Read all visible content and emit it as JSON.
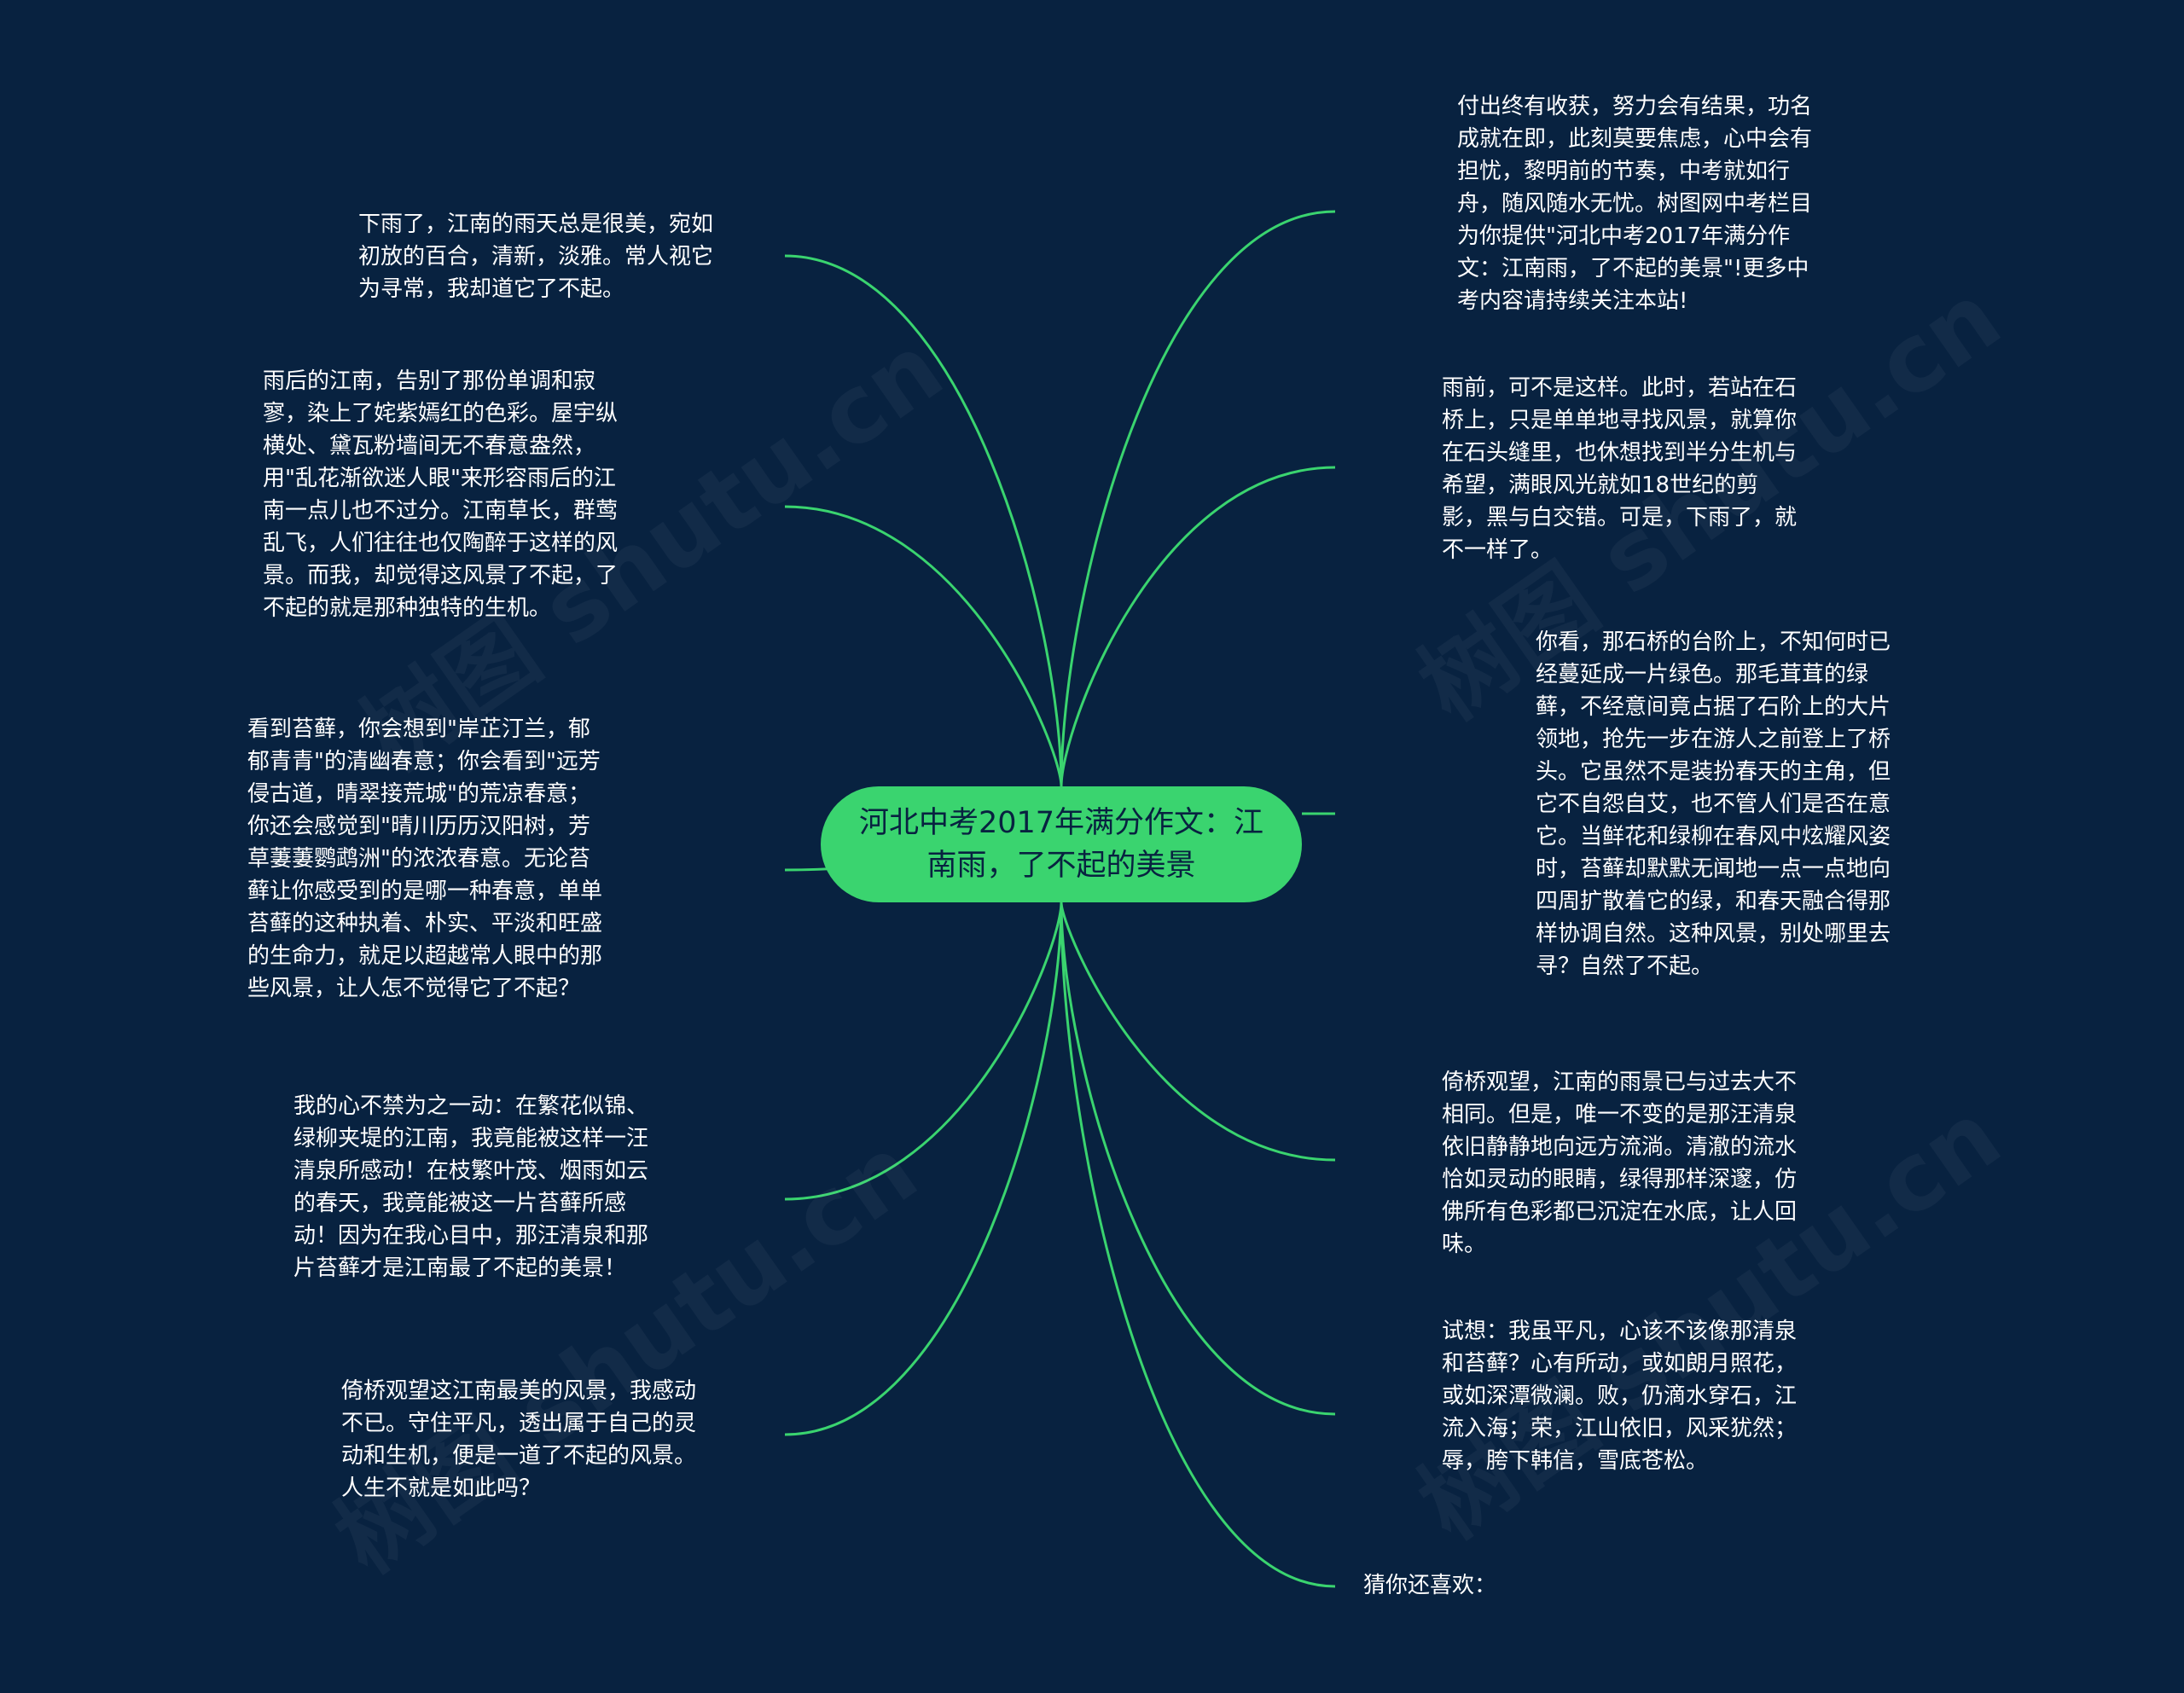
{
  "center": {
    "title": "河北中考2017年满分作文：江南雨，了不起的美景"
  },
  "left_nodes": [
    {
      "text": "下雨了，江南的雨天总是很美，宛如初放的百合，清新，淡雅。常人视它为寻常，我却道它了不起。"
    },
    {
      "text": "雨后的江南，告别了那份单调和寂寥，染上了姹紫嫣红的色彩。屋宇纵横处、黛瓦粉墙间无不春意盎然，用\"乱花渐欲迷人眼\"来形容雨后的江南一点儿也不过分。江南草长，群莺乱飞，人们往往也仅陶醉于这样的风景。而我，却觉得这风景了不起，了不起的就是那种独特的生机。"
    },
    {
      "text": "看到苔藓，你会想到\"岸芷汀兰，郁郁青青\"的清幽春意；你会看到\"远芳侵古道，晴翠接荒城\"的荒凉春意；你还会感觉到\"晴川历历汉阳树，芳草萋萋鹦鹉洲\"的浓浓春意。无论苔藓让你感受到的是哪一种春意，单单苔藓的这种执着、朴实、平淡和旺盛的生命力，就足以超越常人眼中的那些风景，让人怎不觉得它了不起？"
    },
    {
      "text": "我的心不禁为之一动：在繁花似锦、绿柳夹堤的江南，我竟能被这样一汪清泉所感动！在枝繁叶茂、烟雨如云的春天，我竟能被这一片苔藓所感动！因为在我心目中，那汪清泉和那片苔藓才是江南最了不起的美景！"
    },
    {
      "text": "倚桥观望这江南最美的风景，我感动不已。守住平凡，透出属于自己的灵动和生机，便是一道了不起的风景。人生不就是如此吗？"
    }
  ],
  "right_nodes": [
    {
      "text": "付出终有收获，努力会有结果，功名成就在即，此刻莫要焦虑，心中会有担忧，黎明前的节奏，中考就如行舟，随风随水无忧。树图网中考栏目为你提供\"河北中考2017年满分作文：江南雨，了不起的美景\"!更多中考内容请持续关注本站!"
    },
    {
      "text": "雨前，可不是这样。此时，若站在石桥上，只是单单地寻找风景，就算你在石头缝里，也休想找到半分生机与希望，满眼风光就如18世纪的剪影，黑与白交错。可是，下雨了，就不一样了。"
    },
    {
      "text": "你看，那石桥的台阶上，不知何时已经蔓延成一片绿色。那毛茸茸的绿藓，不经意间竟占据了石阶上的大片领地，抢先一步在游人之前登上了桥头。它虽然不是装扮春天的主角，但它不自怨自艾，也不管人们是否在意它。当鲜花和绿柳在春风中炫耀风姿时，苔藓却默默无闻地一点一点地向四周扩散着它的绿，和春天融合得那样协调自然。这种风景，别处哪里去寻？自然了不起。"
    },
    {
      "text": "倚桥观望，江南的雨景已与过去大不相同。但是，唯一不变的是那汪清泉依旧静静地向远方流淌。清澈的流水恰如灵动的眼睛，绿得那样深邃，仿佛所有色彩都已沉淀在水底，让人回味。"
    },
    {
      "text": "试想：我虽平凡，心该不该像那清泉和苔藓？心有所动，或如朗月照花，或如深潭微澜。败，仍滴水穿石，江流入海；荣，江山依旧，风采犹然；辱，胯下韩信，雪底苍松。"
    },
    {
      "text": "猜你还喜欢："
    }
  ],
  "watermark": "树图 shutu.cn",
  "colors": {
    "background": "#082240",
    "link": "#3ad46f",
    "center_fill": "#3ad46f",
    "text": "#ffffff"
  }
}
